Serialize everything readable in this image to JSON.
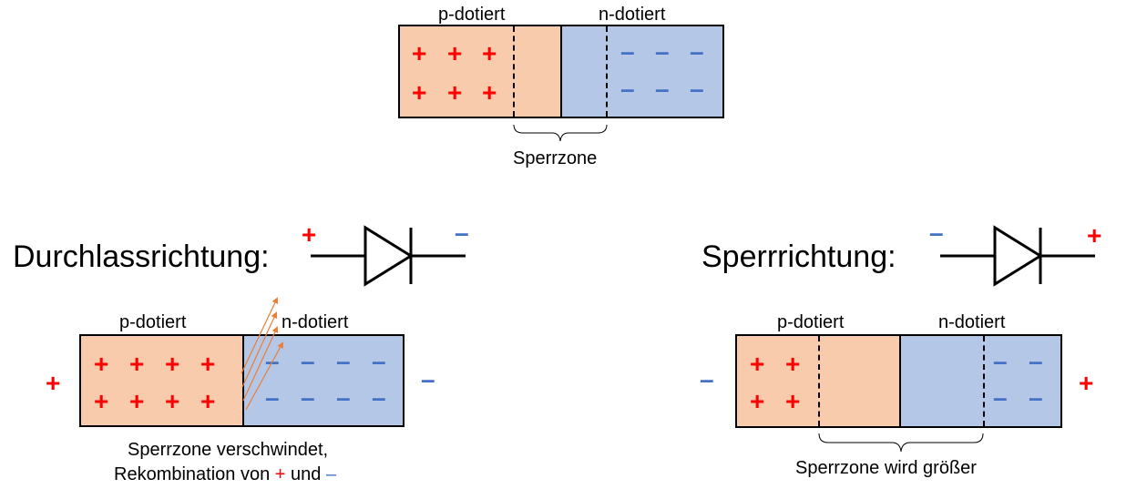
{
  "top": {
    "p_label": "p-dotiert",
    "n_label": "n-dotiert",
    "zone_label": "Sperrzone"
  },
  "forward": {
    "title": "Durchlassrichtung:",
    "p_label": "p-dotiert",
    "n_label": "n-dotiert",
    "caption_line1": "Sperrzone verschwindet,",
    "caption_line2_a": "Rekombination von",
    "caption_line2_plus": "+",
    "caption_line2_b": "und",
    "caption_line2_minus": "–"
  },
  "reverse": {
    "title": "Sperrrichtung:",
    "p_label": "p-dotiert",
    "n_label": "n-dotiert",
    "zone_label": "Sperrzone wird größer"
  },
  "symbols": {
    "plus": "+",
    "minus": "–"
  },
  "colors": {
    "p_fill": "#f8cbad",
    "n_fill": "#b4c7e7",
    "plus": "#ff0000",
    "minus": "#4472c4",
    "arrow": "#ed7d31"
  }
}
